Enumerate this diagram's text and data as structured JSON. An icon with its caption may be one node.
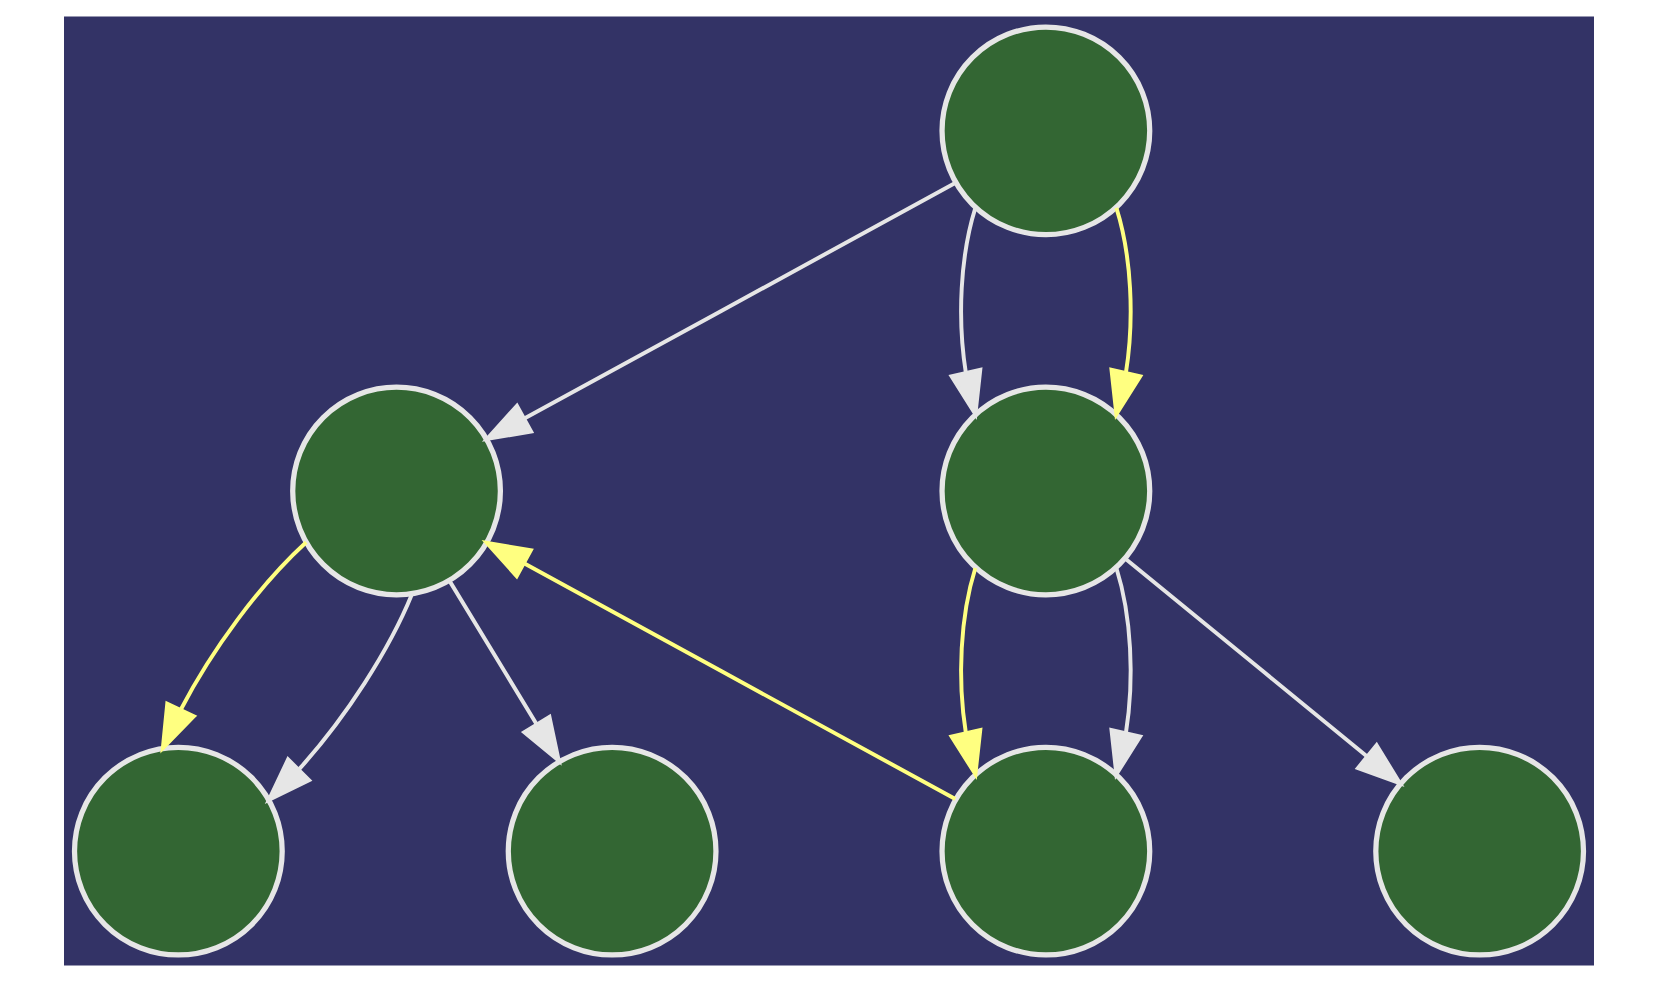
{
  "diagram": {
    "nodes": [
      {
        "text": [],
        "shape": "circle"
      },
      {
        "text": [],
        "shape": "circle"
      },
      {
        "text": [],
        "shape": "circle"
      },
      {
        "text": [],
        "shape": "circle"
      },
      {
        "text": [],
        "shape": "circle"
      },
      {
        "text": [],
        "shape": "circle"
      },
      {
        "text": [],
        "shape": "circle"
      }
    ],
    "edges": [
      {
        "from": 0,
        "to": 1,
        "arrow": "to"
      },
      {
        "from": 0,
        "to": 2,
        "arrow": "to"
      },
      {
        "from": 0,
        "to": 2,
        "arrow": "to",
        "color": "#ffff80"
      },
      {
        "from": 1,
        "to": 3,
        "arrow": "to",
        "color": "#ffff80"
      },
      {
        "from": 1,
        "to": 3,
        "arrow": "to"
      },
      {
        "from": 1,
        "to": 4,
        "arrow": "to"
      },
      {
        "from": 5,
        "to": 1,
        "arrow": "to",
        "color": "#ffff80"
      },
      {
        "from": 2,
        "to": 5,
        "arrow": "to",
        "color": "#ffff80"
      },
      {
        "from": 2,
        "to": 5,
        "arrow": "to"
      },
      {
        "from": 2,
        "to": 6,
        "arrow": "to"
      }
    ]
  }
}
